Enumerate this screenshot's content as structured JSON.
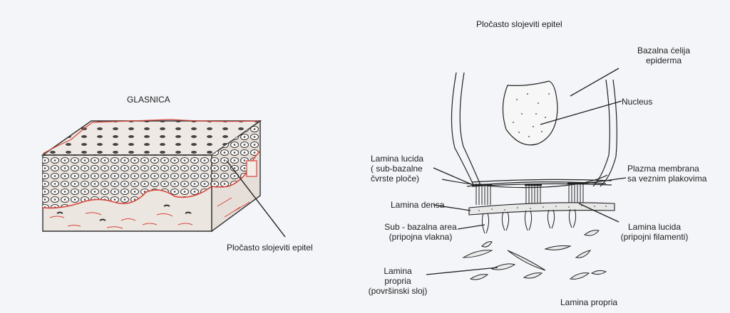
{
  "left_figure": {
    "title": "GLASNICA",
    "label": "Pločasto slojeviti epitel"
  },
  "right_figure": {
    "title": "Pločasto slojeviti epitel",
    "labels": {
      "bazalna_celija": [
        "Bazalna ćelija",
        "epiderma"
      ],
      "nucleus": "Nucleus",
      "lamina_lucida_left": [
        "Lamina lucida",
        "( sub-bazalne",
        "čvrste ploče)"
      ],
      "plazma_membrana": [
        "Plazma membrana",
        "sa veznim plakovima"
      ],
      "lamina_densa": "Lamina densa",
      "sub_bazalna": [
        "Sub - bazalna area",
        "(pripojna vlakna)"
      ],
      "lamina_lucida_right": [
        "Lamina lucida",
        "(pripojni filamenti)"
      ],
      "lamina_propria_left": [
        "Lamina",
        "propria",
        "(površinski sloj)"
      ],
      "lamina_propria_bottom": "Lamina propria"
    }
  },
  "colors": {
    "background": "#f3f5f8",
    "ink": "#1e1e1e",
    "tissue_red": "#d9443a",
    "tissue_fill": "#e8e3df"
  }
}
